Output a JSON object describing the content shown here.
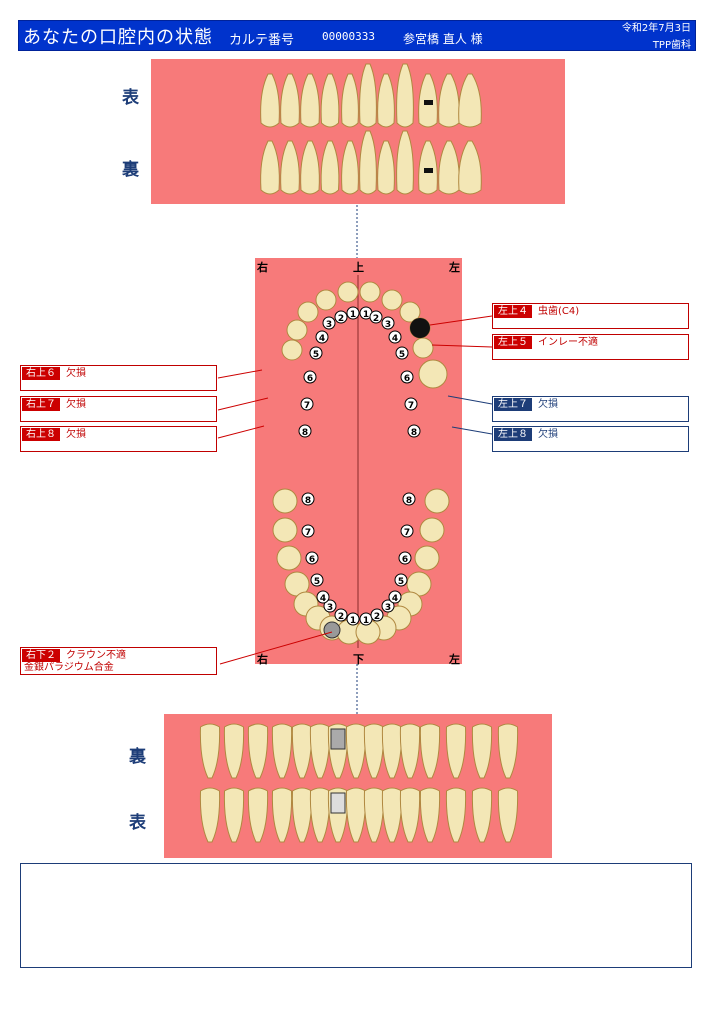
{
  "header": {
    "title": "あなたの口腔内の状態",
    "karte_label": "カルテ番号",
    "karte_no": "00000333",
    "patient": "参宮橋 直人 様",
    "date": "令和2年7月3日",
    "clinic": "TPP歯科"
  },
  "upper_panel": {
    "front_label": "表",
    "back_label": "裏"
  },
  "lower_panel": {
    "back_label": "裏",
    "front_label": "表"
  },
  "arch": {
    "upper_label": "上",
    "lower_label": "下",
    "right_label": "右",
    "left_label": "左",
    "tooth_numbers": [
      "①",
      "②",
      "③",
      "④",
      "⑤",
      "⑥",
      "⑦",
      "⑧"
    ]
  },
  "notes": [
    {
      "tag": "左上４",
      "text": "虫歯(C4)",
      "line2": "",
      "color": "red"
    },
    {
      "tag": "左上５",
      "text": "インレー不適",
      "line2": "",
      "color": "red"
    },
    {
      "tag": "右上６",
      "text": "欠損",
      "line2": "",
      "color": "red"
    },
    {
      "tag": "右上７",
      "text": "欠損",
      "line2": "",
      "color": "red"
    },
    {
      "tag": "右上８",
      "text": "欠損",
      "line2": "",
      "color": "red"
    },
    {
      "tag": "左上７",
      "text": "欠損",
      "line2": "",
      "color": "blue"
    },
    {
      "tag": "左上８",
      "text": "欠損",
      "line2": "",
      "color": "blue"
    },
    {
      "tag": "右下２",
      "text": "クラウン不適",
      "line2": "金銀パラジウム合金",
      "color": "red"
    }
  ],
  "comment": {
    "text": ""
  },
  "colors": {
    "header_bg": "#0033cc",
    "panel": "#f77a7a",
    "alert": "#cc0000",
    "info": "#1d3d78",
    "tooth": "#f3e7b6"
  }
}
